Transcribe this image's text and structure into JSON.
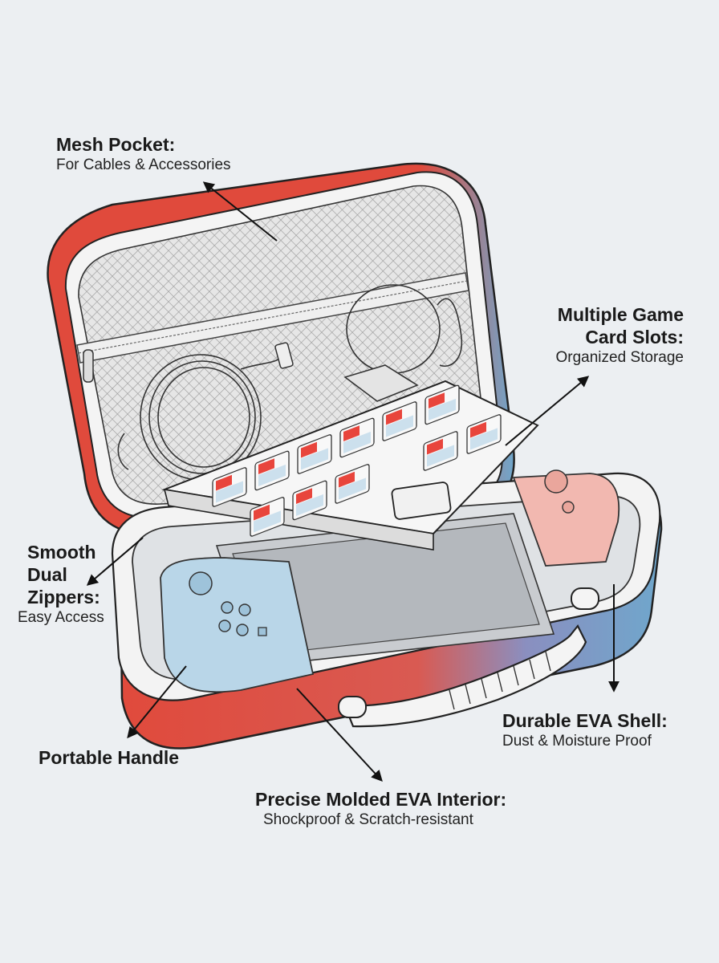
{
  "colors": {
    "background": "#eceff2",
    "shell_red": "#e04a3c",
    "shell_blue": "#6fa7cc",
    "joycon_blue": "#b9d6e8",
    "joycon_red": "#f2b8b0",
    "mesh": "#d8d8d8",
    "card_red": "#e8453c"
  },
  "icons": [
    "arrow-icon"
  ],
  "callouts": {
    "mesh_pocket": {
      "title": "Mesh Pocket:",
      "subtitle": "For Cables & Accessories"
    },
    "game_card_slots": {
      "title_line1": "Multiple Game",
      "title_line2": "Card Slots:",
      "subtitle": "Organized Storage"
    },
    "dual_zippers": {
      "title_line1": "Smooth",
      "title_line2": "Dual",
      "title_line3": "Zippers:",
      "subtitle": "Easy Access"
    },
    "eva_shell": {
      "title": "Durable EVA Shell:",
      "subtitle": "Dust & Moisture Proof"
    },
    "handle": {
      "title": "Portable Handle"
    },
    "eva_interior": {
      "title": "Precise Molded EVA Interior:",
      "subtitle": "Shockproof & Scratch-resistant"
    }
  }
}
